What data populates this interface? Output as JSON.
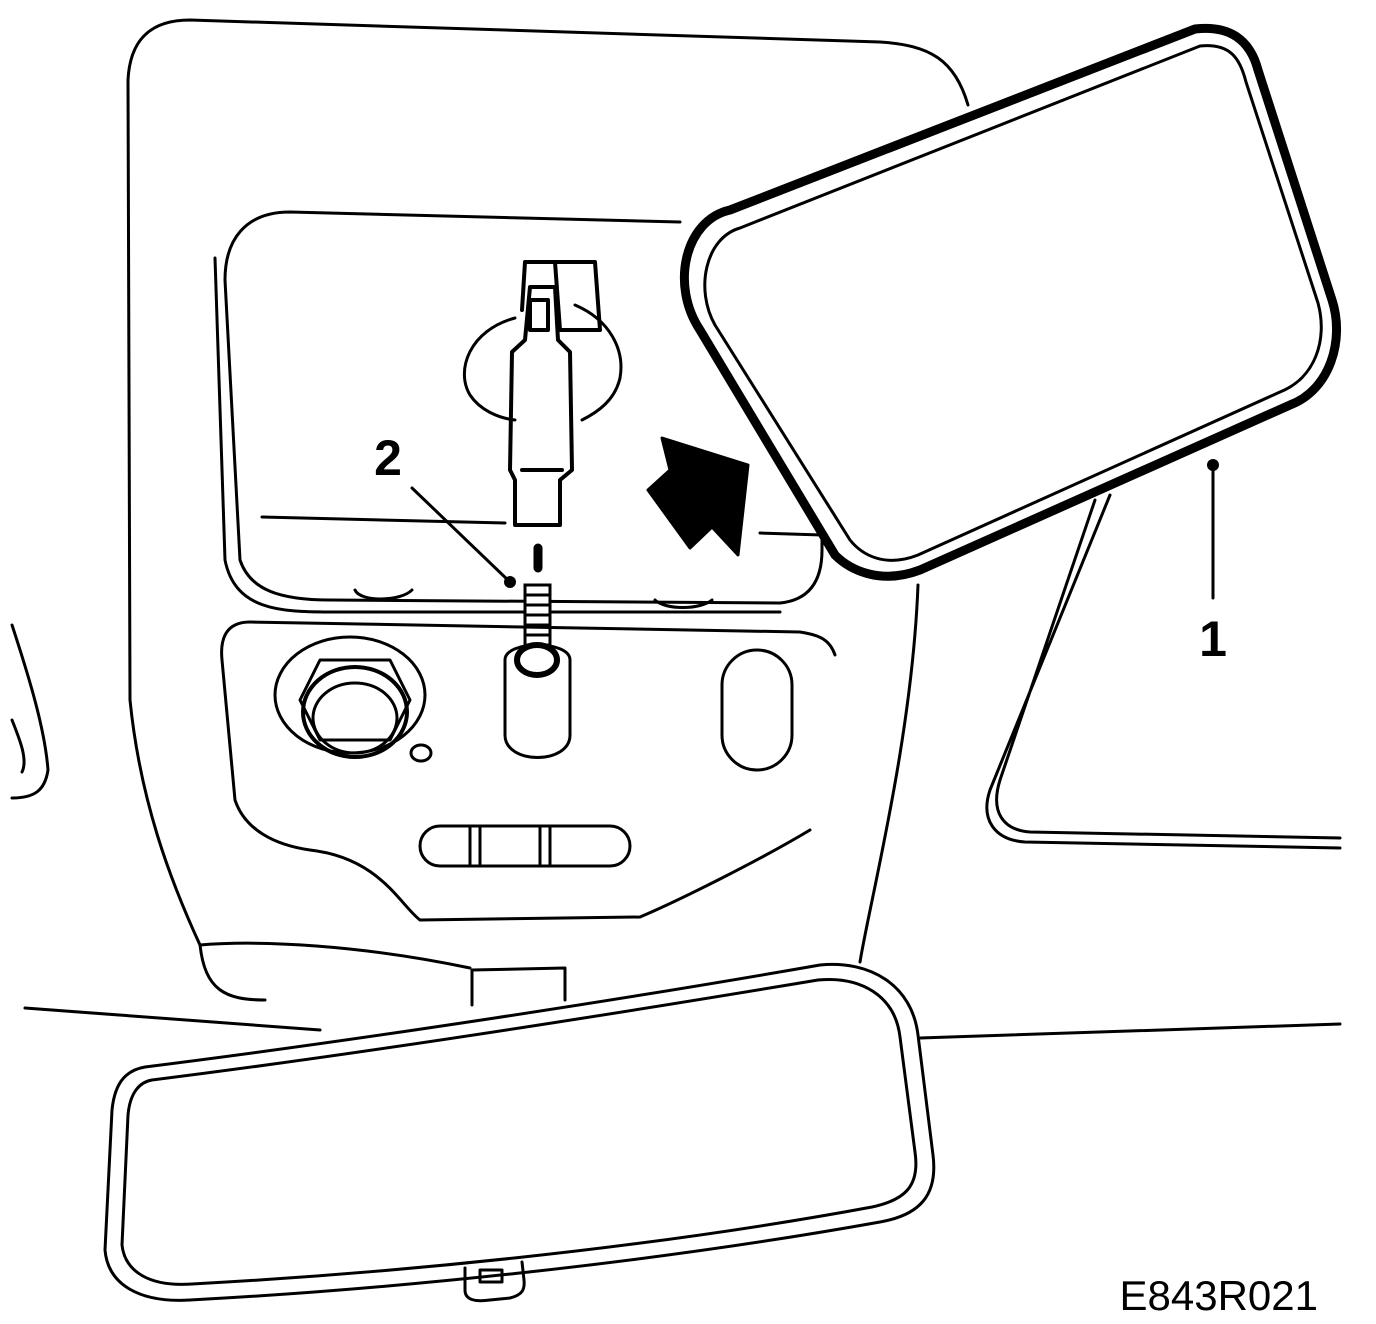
{
  "callouts": {
    "one": "1",
    "two": "2"
  },
  "figure_code": "E843R021"
}
